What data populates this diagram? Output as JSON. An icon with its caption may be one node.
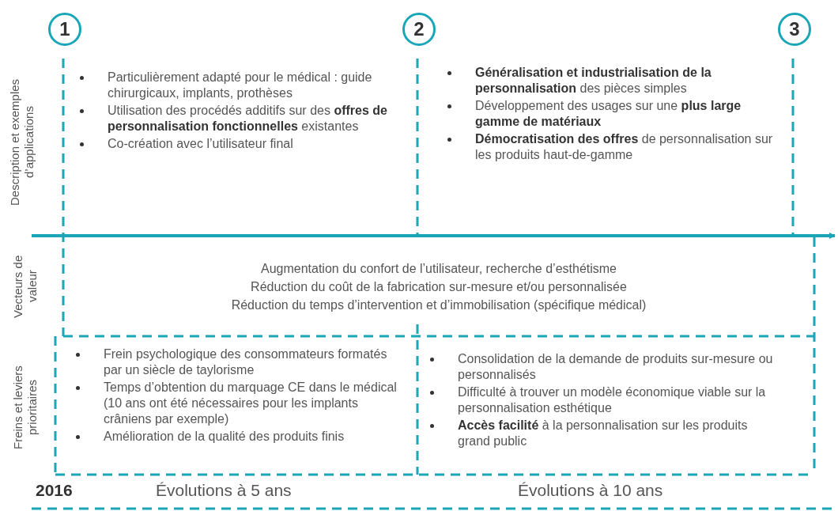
{
  "diagram": {
    "nodes": [
      {
        "text": [
          "1"
        ]
      },
      {
        "text": [
          "2"
        ]
      },
      {
        "text": [
          "3"
        ]
      }
    ],
    "labels": [
      "Description et exemples d’applications",
      "Particulièrement adapté pour le médical : guide chirurgicaux, implants, prothèses",
      "Utilisation des procédés additifs sur des **offres de personnalisation fonctionnelles** existantes",
      "Co-création avec l’utilisateur final",
      "**Généralisation et industrialisation de la personnalisation** des pièces simples",
      "Développement des usages sur une **plus large gamme de matériaux**",
      "**Démocratisation des offres** de personnalisation sur les produits haut-de-gamme",
      "Vecteurs de valeur",
      "Augmentation du confort de l’utilisateur, recherche d’esthétisme",
      "Réduction du coût de la fabrication sur-mesure et/ou personnalisée",
      "Réduction du temps d’intervention et d’immobilisation (spécifique médical)",
      "Freins et leviers prioritaires",
      "Frein psychologique des consommateurs formatés par un siècle de taylorisme",
      "Temps d’obtention du marquage CE dans le médical (10 ans ont été nécessaires pour les implants crâniens par exemple)",
      "Amélioration de la qualité des produits finis",
      "Consolidation de la demande de produits sur-mesure ou personnalisés",
      "Difficulté à trouver un modèle économique viable sur la personnalisation esthétique",
      "**Accès facilité** à la personnalisation sur les produits grand public",
      "2016",
      "Évolutions à 5 ans",
      "Évolutions à 10 ans"
    ]
  }
}
